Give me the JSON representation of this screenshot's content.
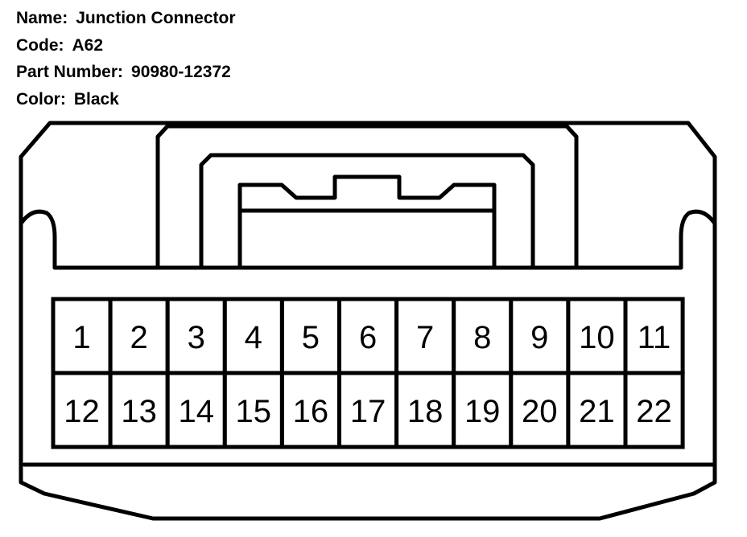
{
  "connector": {
    "name_label": "Name:",
    "name": "Junction Connector",
    "code_label": "Code:",
    "code": "A62",
    "part_label": "Part Number:",
    "part_number": "90980-12372",
    "color_label": "Color:",
    "color": "Black"
  },
  "pins": {
    "top_row": [
      "1",
      "2",
      "3",
      "4",
      "5",
      "6",
      "7",
      "8",
      "9",
      "10",
      "11"
    ],
    "bottom_row": [
      "12",
      "13",
      "14",
      "15",
      "16",
      "17",
      "18",
      "19",
      "20",
      "21",
      "22"
    ]
  },
  "colors": {
    "line": "#000000",
    "background": "#ffffff"
  }
}
